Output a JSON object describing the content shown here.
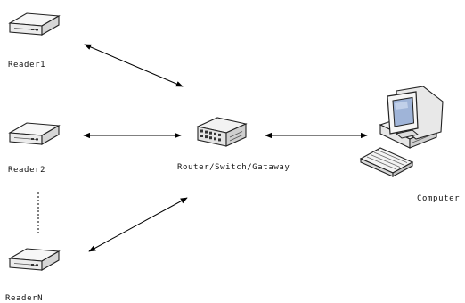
{
  "nodes": {
    "reader1": {
      "label": "Reader1"
    },
    "reader2": {
      "label": "Reader2"
    },
    "readerN": {
      "label": "ReaderN"
    },
    "hub": {
      "label": "Router/Switch/Gataway"
    },
    "computer": {
      "label": "Computer"
    }
  },
  "connections": [
    {
      "from": "reader1",
      "to": "hub",
      "arrows": "both"
    },
    {
      "from": "reader2",
      "to": "hub",
      "arrows": "both"
    },
    {
      "from": "readerN",
      "to": "hub",
      "arrows": "both"
    },
    {
      "from": "hub",
      "to": "computer",
      "arrows": "both"
    }
  ],
  "colors": {
    "line": "#000000",
    "device_body": "#f4f4f4",
    "device_edge": "#222222",
    "screen": "#9fb4d8"
  }
}
